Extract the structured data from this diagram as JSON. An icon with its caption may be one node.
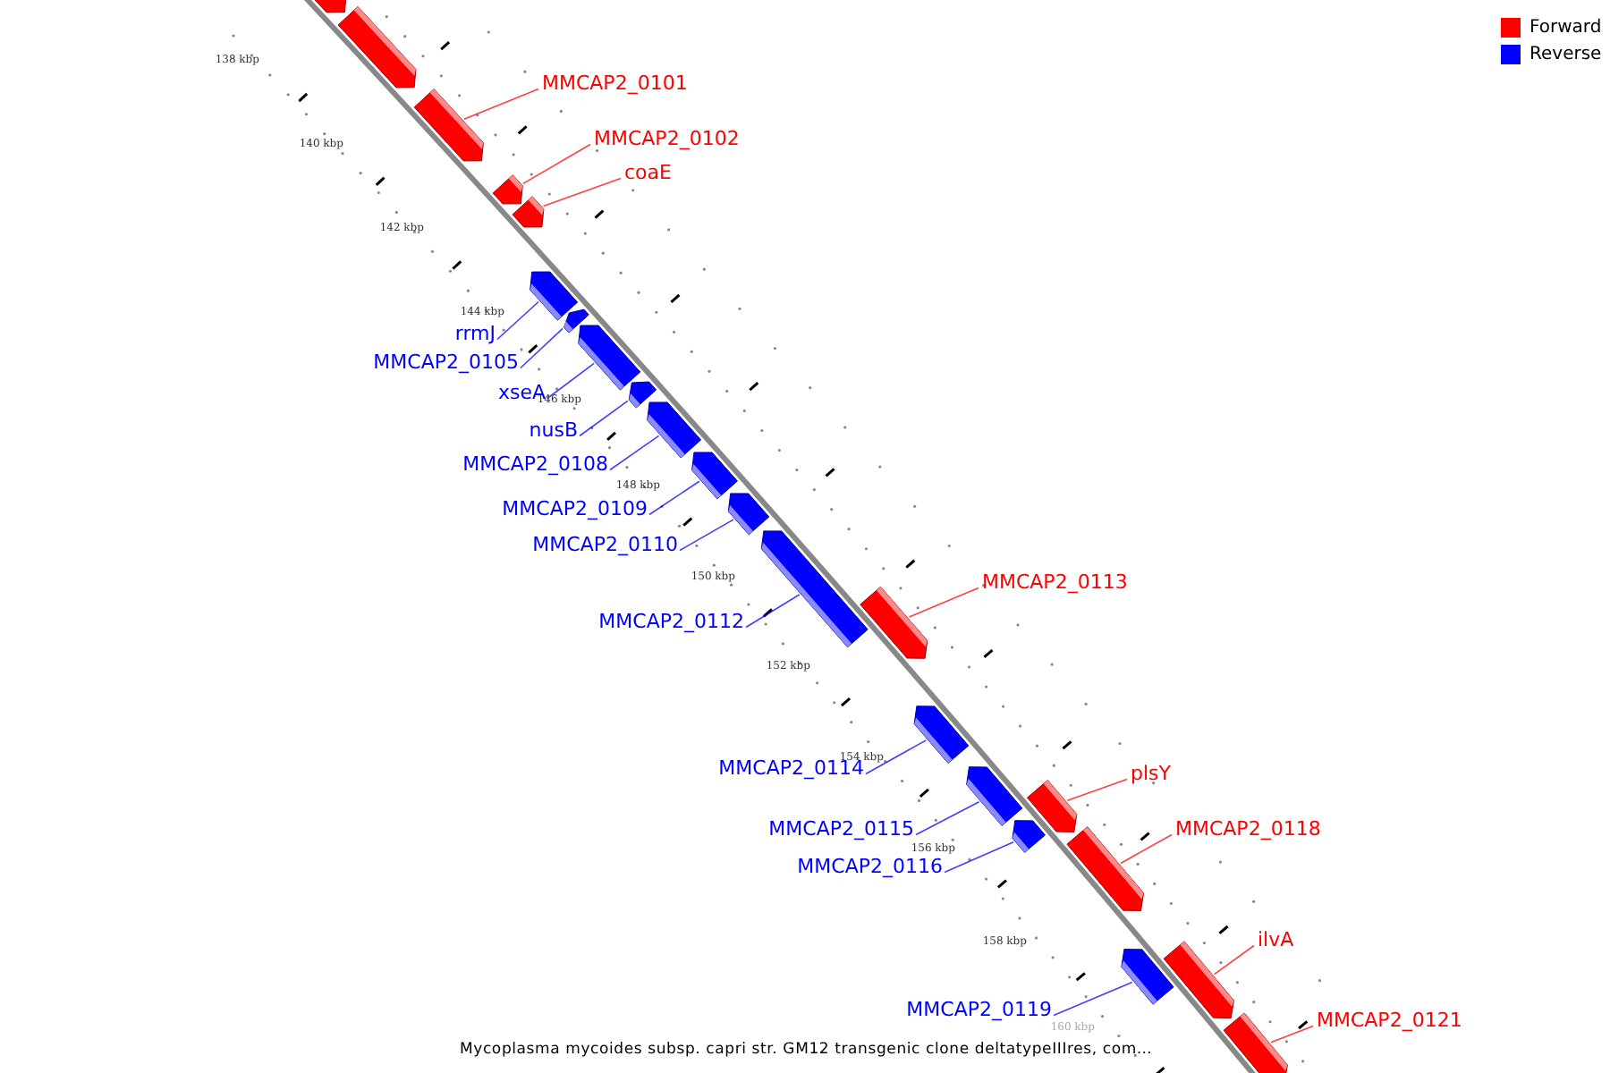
{
  "diagram": {
    "caption": "Mycoplasma mycoides subsp. capri str. GM12 transgenic clone deltatypeIIIres, com…",
    "nodes": [
      {
        "text": [],
        "shape": "box"
      },
      {
        "text": [],
        "shape": "box"
      },
      {
        "text": [
          "MMCAP2_0101"
        ]
      },
      {
        "text": [],
        "shape": "box"
      },
      {
        "text": [
          "MMCAP2_0102"
        ]
      },
      {
        "text": [],
        "shape": "box"
      },
      {
        "text": [
          "coaE"
        ]
      },
      {
        "text": [],
        "shape": "box"
      },
      {
        "text": [
          "rrmJ"
        ]
      },
      {
        "text": [],
        "shape": "box"
      },
      {
        "text": [
          "MMCAP2_0105"
        ]
      },
      {
        "text": [],
        "shape": "box"
      },
      {
        "text": [
          "xseA"
        ]
      },
      {
        "text": [],
        "shape": "box"
      },
      {
        "text": [
          "nusB"
        ]
      },
      {
        "text": [],
        "shape": "box"
      },
      {
        "text": [
          "MMCAP2_0108"
        ]
      },
      {
        "text": [],
        "shape": "box"
      },
      {
        "text": [
          "MMCAP2_0109"
        ]
      },
      {
        "text": [],
        "shape": "box"
      },
      {
        "text": [
          "MMCAP2_0110"
        ]
      },
      {
        "text": [],
        "shape": "box"
      },
      {
        "text": [
          "MMCAP2_0112"
        ]
      },
      {
        "text": [],
        "shape": "box"
      },
      {
        "text": [
          "MMCAP2_0113"
        ]
      },
      {
        "text": [],
        "shape": "box"
      },
      {
        "text": [
          "MMCAP2_0114"
        ]
      },
      {
        "text": [],
        "shape": "box"
      },
      {
        "text": [
          "MMCAP2_0115"
        ]
      },
      {
        "text": [],
        "shape": "box"
      },
      {
        "text": [
          "MMCAP2_0116"
        ]
      },
      {
        "text": [],
        "shape": "box"
      },
      {
        "text": [
          "plsY"
        ]
      },
      {
        "text": [],
        "shape": "box"
      },
      {
        "text": [
          "MMCAP2_0118"
        ]
      },
      {
        "text": [],
        "shape": "box"
      },
      {
        "text": [
          "MMCAP2_0119"
        ]
      },
      {
        "text": [],
        "shape": "box"
      },
      {
        "text": [
          "ilvA"
        ]
      },
      {
        "text": [],
        "shape": "box"
      },
      {
        "text": [
          "MMCAP2_0121"
        ]
      },
      {
        "text": [],
        "shape": "box"
      }
    ],
    "edges": [
      {
        "from": 2,
        "to": 3,
        "arrow": "none",
        "color": "#ff0000"
      },
      {
        "from": 4,
        "to": 5,
        "arrow": "none",
        "color": "#ff0000"
      },
      {
        "from": 6,
        "to": 7,
        "arrow": "none",
        "color": "#ff0000"
      },
      {
        "from": 8,
        "to": 9,
        "arrow": "none"
      },
      {
        "from": 10,
        "to": 11,
        "arrow": "none"
      },
      {
        "from": 12,
        "to": 13,
        "arrow": "none"
      },
      {
        "from": 14,
        "to": 15,
        "arrow": "none"
      },
      {
        "from": 16,
        "to": 17,
        "arrow": "none"
      },
      {
        "from": 18,
        "to": 19,
        "arrow": "none"
      },
      {
        "from": 20,
        "to": 21,
        "arrow": "none"
      },
      {
        "from": 22,
        "to": 23,
        "arrow": "none"
      },
      {
        "from": 24,
        "to": 25,
        "arrow": "none",
        "color": "#ff0000"
      },
      {
        "from": 26,
        "to": 27,
        "arrow": "none"
      },
      {
        "from": 28,
        "to": 29,
        "arrow": "none"
      },
      {
        "from": 30,
        "to": 31,
        "arrow": "none"
      },
      {
        "from": 32,
        "to": 33,
        "arrow": "none",
        "color": "#ff0000"
      },
      {
        "from": 34,
        "to": 35,
        "arrow": "none",
        "color": "#ff0000"
      },
      {
        "from": 36,
        "to": 37,
        "arrow": "none"
      },
      {
        "from": 38,
        "to": 39,
        "arrow": "none",
        "color": "#ff0000"
      },
      {
        "from": 40,
        "to": 41,
        "arrow": "none",
        "color": "#ff0000"
      }
    ],
    "labels": [
      "138 kbp",
      "140 kbp",
      "142 kbp",
      "144 kbp",
      "146 kbp",
      "148 kbp",
      "150 kbp",
      "152 kbp",
      "154 kbp",
      "156 kbp",
      "158 kbp",
      "160 kbp"
    ],
    "legend": [
      {
        "text": "Forward",
        "color": "#ff0000"
      },
      {
        "text": "Reverse",
        "color": "#0000ff"
      }
    ]
  }
}
